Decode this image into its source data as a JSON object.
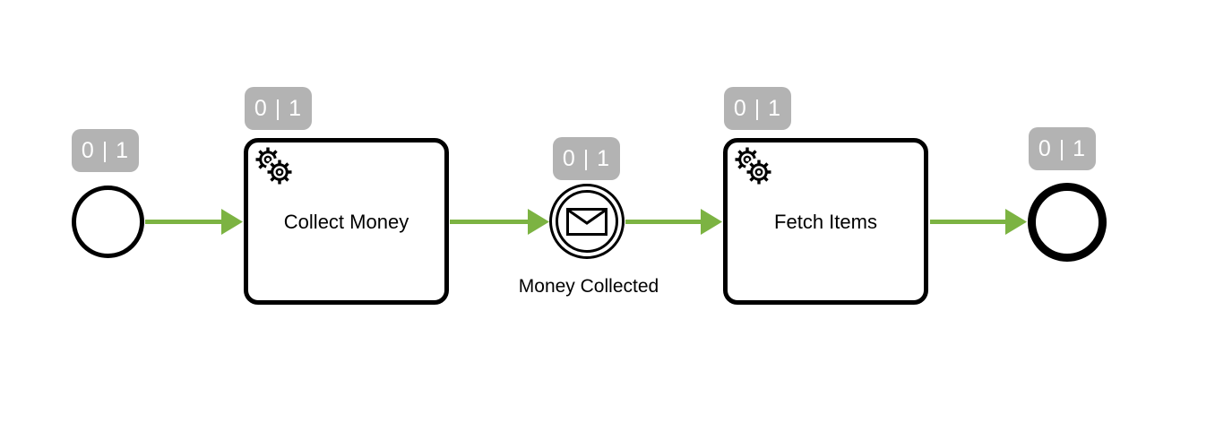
{
  "colors": {
    "flow_green": "#7cb342",
    "badge_bg": "#b3b3b3",
    "badge_text": "#ffffff",
    "shape_stroke": "#000000",
    "canvas_bg": "#ffffff"
  },
  "nodes": {
    "start_event": {
      "type": "start-event",
      "badge": "0 | 1"
    },
    "collect_money_task": {
      "type": "service-task",
      "label": "Collect Money",
      "badge": "0 | 1",
      "icon": "service-gears-icon"
    },
    "money_collected_event": {
      "type": "message-catch-event",
      "label": "Money Collected",
      "badge": "0 | 1",
      "icon": "message-envelope-icon"
    },
    "fetch_items_task": {
      "type": "service-task",
      "label": "Fetch Items",
      "badge": "0 | 1",
      "icon": "service-gears-icon"
    },
    "end_event": {
      "type": "end-event",
      "badge": "0 | 1"
    }
  }
}
